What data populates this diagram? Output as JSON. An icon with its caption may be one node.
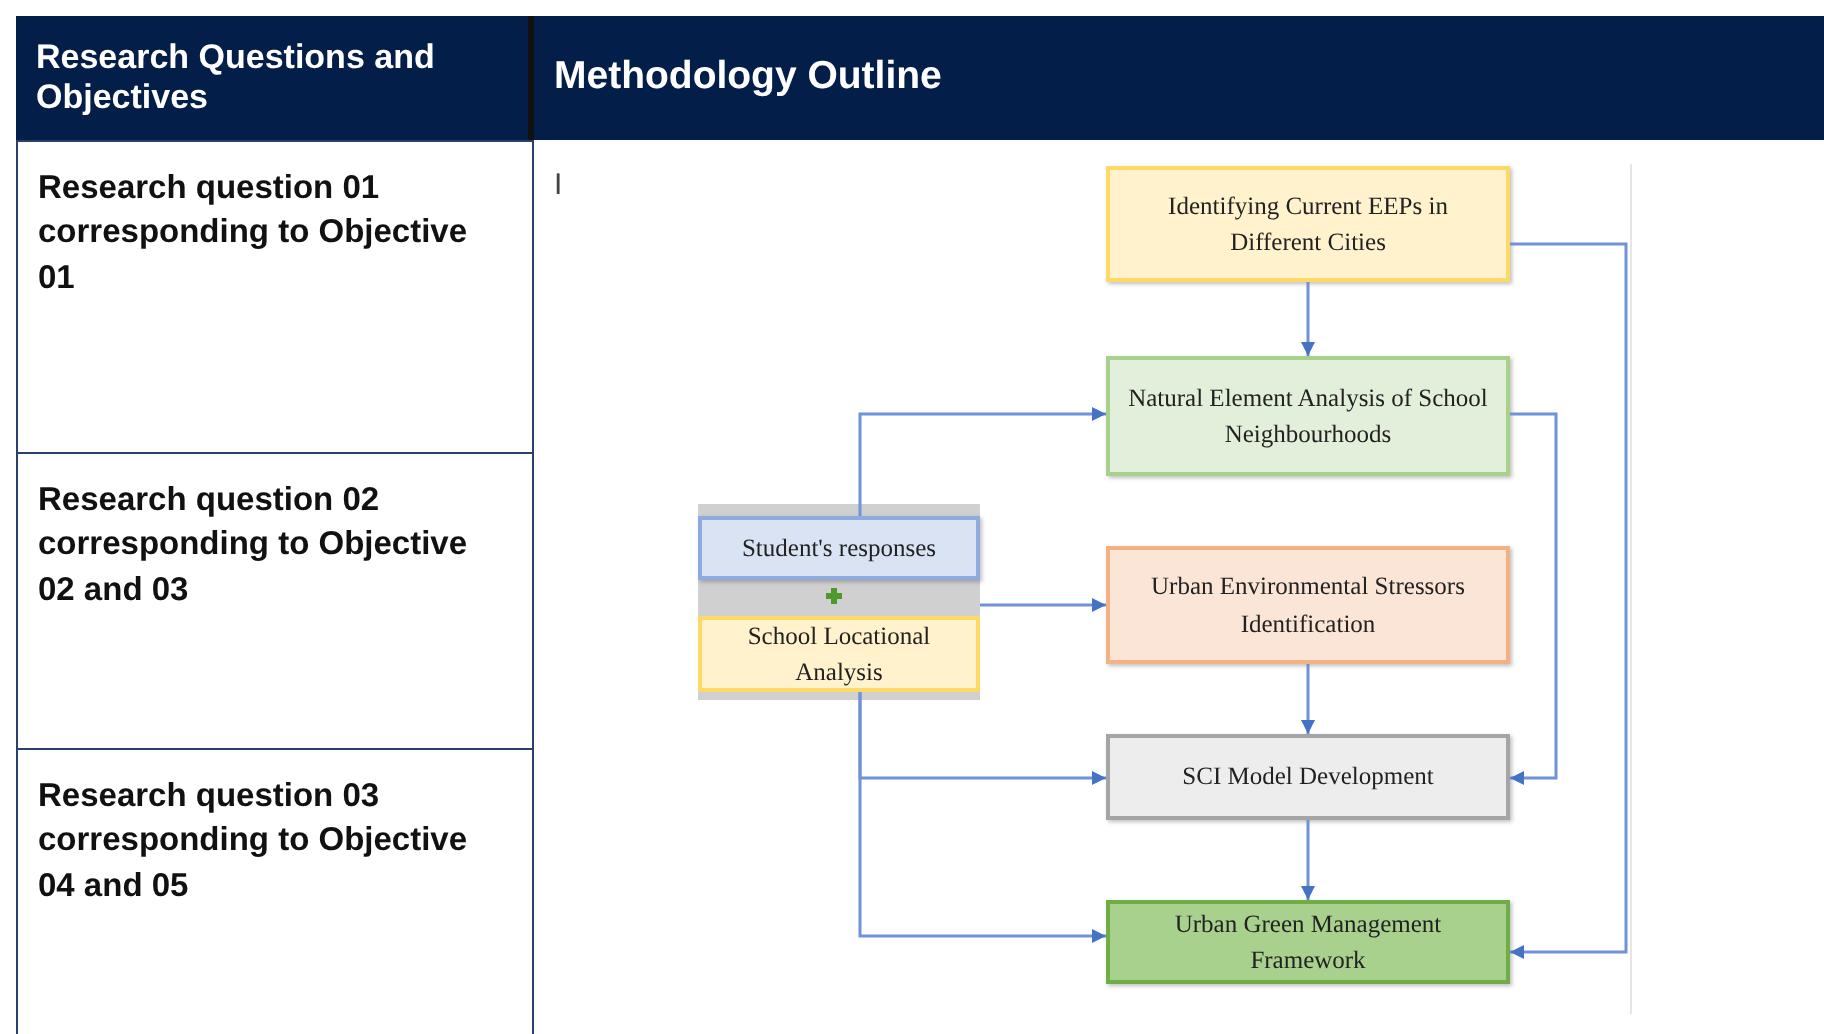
{
  "diagram": {
    "nodes": [
      {
        "text": [
          "Identifying Current EEPs in Different Cities"
        ]
      },
      {
        "text": [
          "Natural Element Analysis of School Neighbourhoods"
        ]
      },
      {
        "text": [],
        "shape": "box"
      },
      {
        "text": [
          "Student's responses"
        ],
        "in": 2
      },
      {
        "text": [
          "School Locational Analysis"
        ],
        "in": 2
      },
      {
        "text": [
          "Urban Environmental Stressors Identification"
        ]
      },
      {
        "text": [
          "SCI Model Development"
        ]
      },
      {
        "text": [
          "Urban Green Management Framework"
        ]
      }
    ],
    "edges": [
      {
        "from": 0,
        "to": 1,
        "arrow": "to"
      },
      {
        "from": 0,
        "to": 7,
        "arrow": "to"
      },
      {
        "from": 1,
        "to": 6,
        "arrow": "to"
      },
      {
        "from": 3,
        "to": 1,
        "arrow": "to"
      },
      {
        "from": 2,
        "to": 5,
        "arrow": "to"
      },
      {
        "from": 5,
        "to": 6,
        "arrow": "to"
      },
      {
        "from": 4,
        "to": 6,
        "arrow": "to"
      },
      {
        "from": 4,
        "to": 7,
        "arrow": "to"
      },
      {
        "from": 6,
        "to": 7,
        "arrow": "to"
      }
    ],
    "labels": [
      "Research Questions and Objectives",
      "Methodology Outline",
      "Research question 01 corresponding to Objective 01",
      "I",
      "Research question 02 corresponding to Objective 02 and 03",
      "Research question 03 corresponding to Objective 04 and 05"
    ]
  }
}
